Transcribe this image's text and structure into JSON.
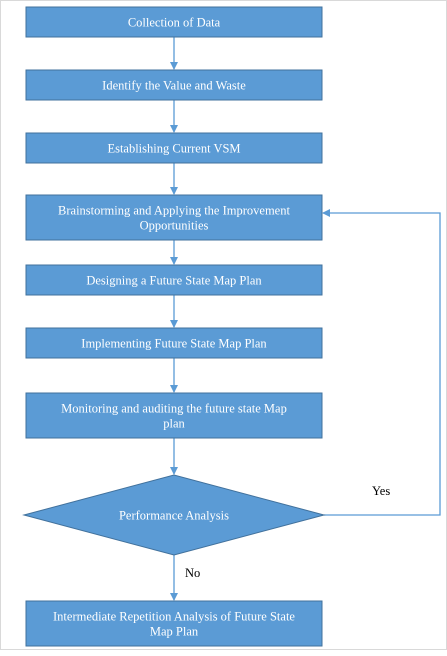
{
  "colors": {
    "box_fill": "#5b9bd5",
    "box_stroke": "#41719c",
    "line": "#5b9bd5",
    "text_on_shape": "#ffffff",
    "label_text": "#000000"
  },
  "steps": [
    {
      "id": "collection",
      "lines": [
        "Collection of Data"
      ]
    },
    {
      "id": "identify",
      "lines": [
        "Identify the Value and Waste"
      ]
    },
    {
      "id": "current-vsm",
      "lines": [
        "Establishing Current VSM"
      ]
    },
    {
      "id": "brainstorming",
      "lines": [
        "Brainstorming and Applying the Improvement",
        "Opportunities"
      ]
    },
    {
      "id": "designing",
      "lines": [
        "Designing a Future State Map Plan"
      ]
    },
    {
      "id": "implementing",
      "lines": [
        "Implementing Future State Map Plan"
      ]
    },
    {
      "id": "monitoring",
      "lines": [
        "Monitoring and auditing the future state Map",
        "plan"
      ]
    }
  ],
  "decision": {
    "label": "Performance Analysis",
    "yes_label": "Yes",
    "no_label": "No"
  },
  "final_step": {
    "lines": [
      "Intermediate Repetition Analysis of Future State",
      "Map Plan"
    ]
  }
}
